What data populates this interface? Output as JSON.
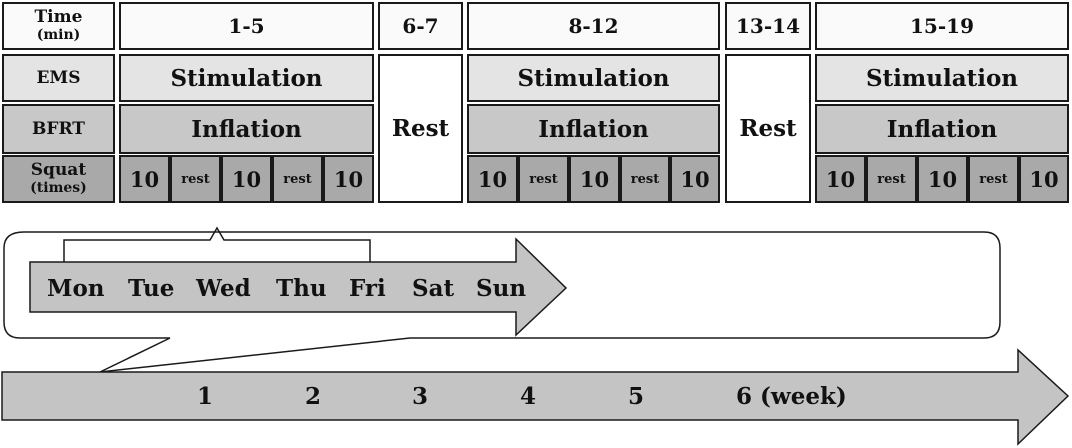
{
  "table": {
    "row_labels": {
      "time": "Time",
      "time_unit": "(min)",
      "ems": "EMS",
      "bfrt": "BFRT",
      "squat": "Squat",
      "squat_unit": "(times)"
    },
    "time_headers": [
      "1-5",
      "6-7",
      "8-12",
      "13-14",
      "15-19"
    ],
    "ems_label": "Stimulation",
    "bfrt_label": "Inflation",
    "rest_label": "Rest",
    "squat_cells": [
      "10",
      "rest",
      "10",
      "rest",
      "10"
    ]
  },
  "days": [
    "Mon",
    "Tue",
    "Wed",
    "Thu",
    "Fri",
    "Sat",
    "Sun"
  ],
  "weeks": [
    "1",
    "2",
    "3",
    "4",
    "5",
    "6 (week)"
  ],
  "colors": {
    "border": "#1a1a1a",
    "light": "#e4e4e4",
    "mid": "#c8c8c8",
    "dark": "#a9a9a9"
  }
}
